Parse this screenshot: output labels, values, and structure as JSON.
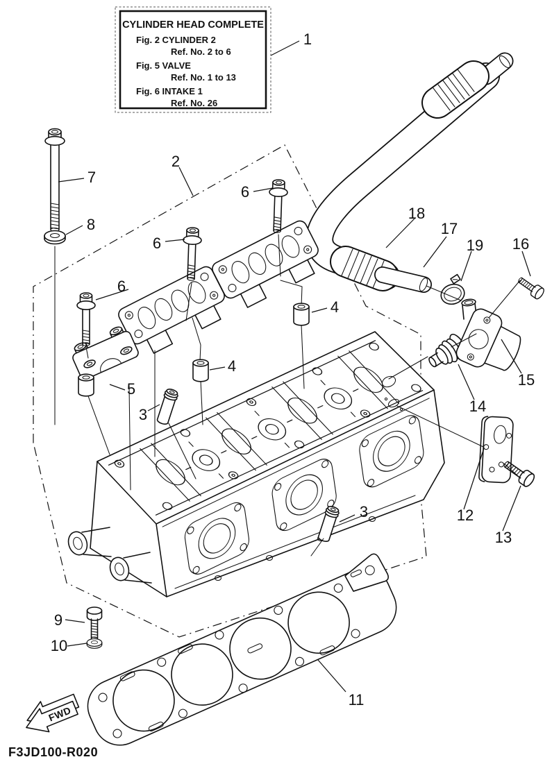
{
  "page": {
    "code": "F3JD100-R020",
    "fwd_label": "FWD",
    "background": "#ffffff",
    "line_color": "#111111"
  },
  "info_box": {
    "title": "CYLINDER HEAD COMPLETE",
    "entries": [
      {
        "fig": "Fig. 2 CYLINDER 2",
        "ref": "Ref. No. 2 to 6"
      },
      {
        "fig": "Fig. 5 VALVE",
        "ref": "Ref. No. 1 to 13"
      },
      {
        "fig": "Fig. 6 INTAKE 1",
        "ref": "Ref. No. 26"
      }
    ]
  },
  "callouts": [
    "1",
    "2",
    "7",
    "8",
    "6",
    "6",
    "6",
    "4",
    "4",
    "5",
    "3",
    "3",
    "18",
    "17",
    "19",
    "16",
    "15",
    "14",
    "12",
    "13",
    "9",
    "10",
    "11"
  ]
}
